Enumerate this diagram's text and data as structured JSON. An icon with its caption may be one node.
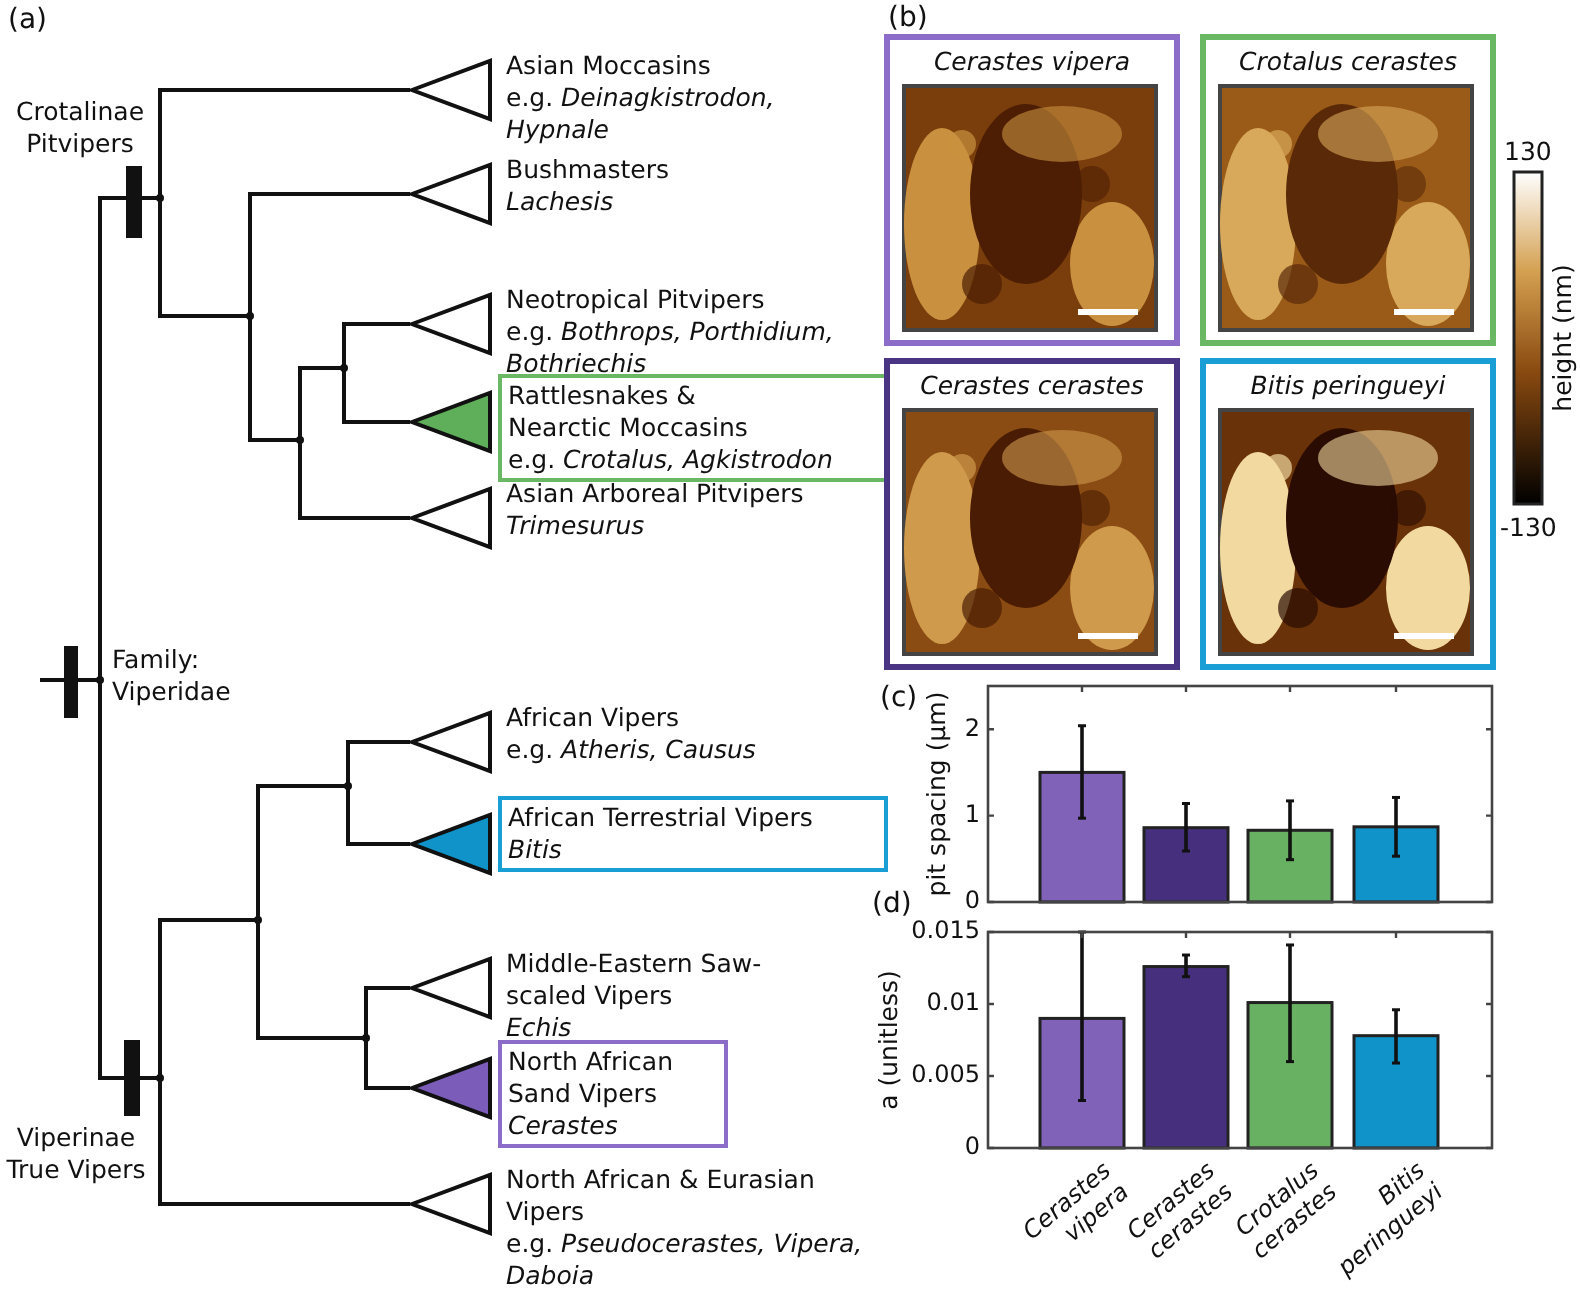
{
  "diagram": {
    "nodes": [
      {
        "text": [
          "Asian Moccasins",
          "e.g. *Deinagkistrodon, Hypnale*"
        ]
      },
      {
        "text": [
          "Bushmasters",
          "Lachesis"
        ]
      },
      {
        "text": [
          "Neotropical Pitvipers",
          "e.g. *Bothrops, Porthidium, Bothriechis*"
        ]
      },
      {
        "text": [
          "Rattlesnakes & Nearctic Moccasins",
          "e.g. *Crotalus, Agkistrodon*"
        ]
      },
      {
        "text": [
          "Asian Arboreal Pitvipers",
          "Trimesurus"
        ]
      },
      {
        "text": [
          "African Vipers",
          "e.g. *Atheris, Causus*"
        ]
      },
      {
        "text": [
          "African Terrestrial Vipers",
          "Bitis"
        ]
      },
      {
        "text": [
          "Middle-Eastern Saw-scaled Vipers",
          "Echis"
        ]
      },
      {
        "text": [
          "North African Sand Vipers",
          "Cerastes"
        ]
      },
      {
        "text": [
          "North African & Eurasian Vipers",
          "e.g. *Pseudocerastes, Vipera, Daboia*"
        ]
      },
      {
        "text": [
          "Cerastes vipera"
        ]
      },
      {
        "text": [
          "Crotalus cerastes"
        ]
      },
      {
        "text": [
          "Cerastes cerastes"
        ]
      },
      {
        "text": [
          "Bitis peringueyi"
        ]
      },
      {
        "text": [],
        "shape": "point"
      },
      {
        "text": [],
        "shape": "point"
      },
      {
        "text": [],
        "shape": "point"
      },
      {
        "text": [],
        "shape": "point"
      },
      {
        "text": [],
        "shape": "point"
      },
      {
        "text": [],
        "shape": "point"
      },
      {
        "text": [],
        "shape": "point"
      },
      {
        "text": [],
        "shape": "point"
      },
      {
        "text": [],
        "shape": "point"
      }
    ],
    "edges": [
      {
        "from": 14,
        "to": 15,
        "arrow": "none"
      },
      {
        "from": 15,
        "to": 0,
        "arrow": "none"
      },
      {
        "from": 15,
        "to": 16,
        "arrow": "none"
      },
      {
        "from": 16,
        "to": 1,
        "arrow": "none"
      },
      {
        "from": 16,
        "to": 17,
        "arrow": "none"
      },
      {
        "from": 17,
        "to": 18,
        "arrow": "none"
      },
      {
        "from": 18,
        "to": 2,
        "arrow": "none"
      },
      {
        "from": 18,
        "to": 3,
        "arrow": "none"
      },
      {
        "from": 17,
        "to": 4,
        "arrow": "none"
      },
      {
        "from": 14,
        "to": 19,
        "arrow": "none"
      },
      {
        "from": 19,
        "to": 20,
        "arrow": "none"
      },
      {
        "from": 20,
        "to": 21,
        "arrow": "none"
      },
      {
        "from": 21,
        "to": 5,
        "arrow": "none"
      },
      {
        "from": 21,
        "to": 6,
        "arrow": "none"
      },
      {
        "from": 20,
        "to": 22,
        "arrow": "none"
      },
      {
        "from": 22,
        "to": 7,
        "arrow": "none"
      },
      {
        "from": 22,
        "to": 8,
        "arrow": "none"
      },
      {
        "from": 19,
        "to": 9,
        "arrow": "none"
      }
    ],
    "labels": [
      "(a)",
      "Crotalinae Pitvipers",
      "Family: Viperidae",
      "Viperinae True Vipers",
      "(b)",
      "130",
      "height (nm)",
      "-130",
      "(c)",
      "(d)"
    ],
    "chart_data": [
      {
        "type": "bar",
        "ylabel": "pit spacing (µm)",
        "ylim": [
          0,
          2.5
        ],
        "yticks": [
          0,
          1,
          2
        ],
        "series": [
          {
            "values": [
              1.5,
              0.86,
              0.83,
              0.87
            ],
            "colors": [
              "#8062b8",
              "#46307e",
              "#68b062",
              "#0f93c8"
            ],
            "errors": [
              [
                0.97,
                2.04
              ],
              [
                0.59,
                1.14
              ],
              [
                0.49,
                1.17
              ],
              [
                0.53,
                1.21
              ]
            ]
          }
        ]
      },
      {
        "type": "bar",
        "ylabel": "a (unitless)",
        "ylim": [
          0,
          0.015
        ],
        "yticks": [
          0,
          0.005,
          0.01,
          0.015
        ],
        "categories": [
          "Cerastes vipera",
          "Cerastes cerastes",
          "Crotalus cerastes",
          "Bitis peringueyi"
        ],
        "series": [
          {
            "values": [
              0.009,
              0.0126,
              0.0101,
              0.0078
            ],
            "colors": [
              "#8062b8",
              "#46307e",
              "#68b062",
              "#0f93c8"
            ],
            "errors": [
              [
                0.0033,
                0.015
              ],
              [
                0.0119,
                0.0134
              ],
              [
                0.006,
                0.0141
              ],
              [
                0.0059,
                0.0096
              ]
            ]
          }
        ]
      }
    ]
  }
}
